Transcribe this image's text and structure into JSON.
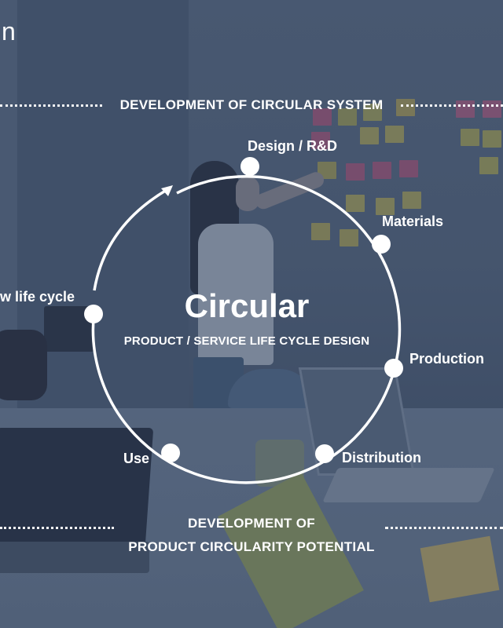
{
  "corner": {
    "text": "n"
  },
  "header": {
    "label": "DEVELOPMENT OF CIRCULAR SYSTEM"
  },
  "footer": {
    "line1": "DEVELOPMENT OF",
    "line2": "PRODUCT CIRCULARITY POTENTIAL"
  },
  "center": {
    "title": "Circular",
    "subtitle": "PRODUCT / SERVICE LIFE CYCLE DESIGN"
  },
  "stages": [
    {
      "label": "Design / R&D"
    },
    {
      "label": "Materials"
    },
    {
      "label": "Production"
    },
    {
      "label": "Distribution"
    },
    {
      "label": "Use"
    },
    {
      "label": "w life cycle"
    }
  ],
  "colors": {
    "overlay": "#24344e",
    "line": "#ffffff"
  }
}
